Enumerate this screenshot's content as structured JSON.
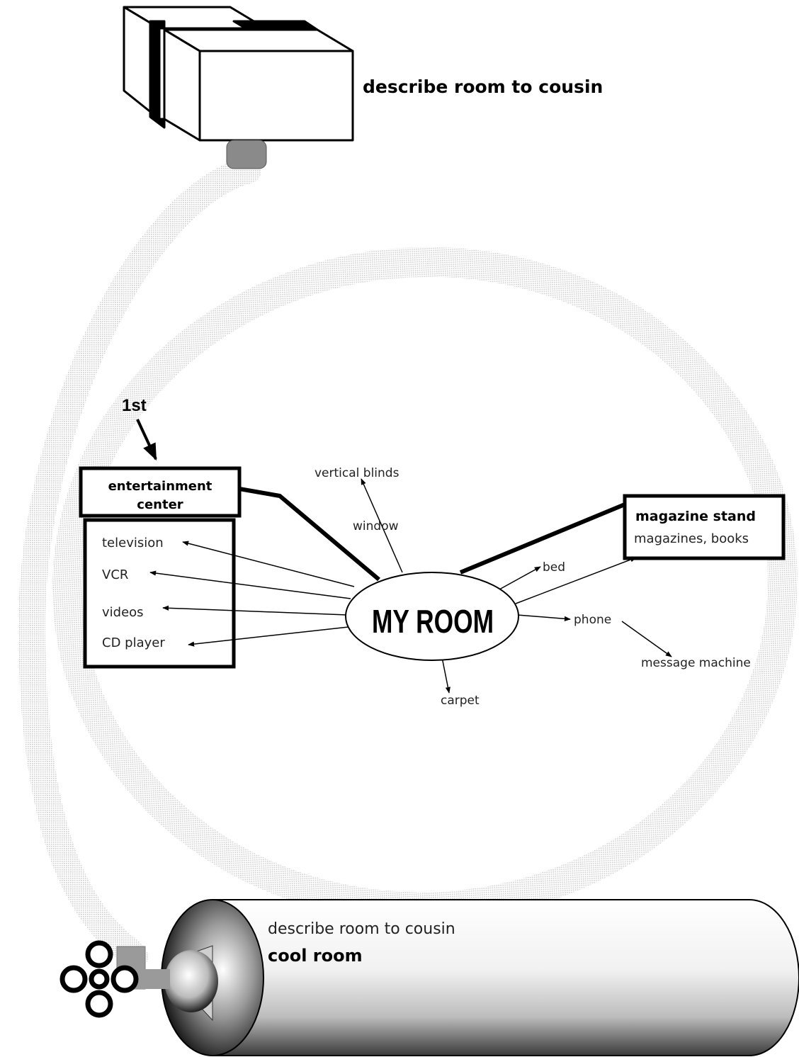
{
  "top_box": {
    "label": "describe room to cousin"
  },
  "marker": {
    "label": "1st"
  },
  "center": {
    "label": "MY ROOM"
  },
  "entertainment": {
    "title_line1": "entertainment",
    "title_line2": "center",
    "items": [
      "television",
      "VCR",
      "videos",
      "CD player"
    ]
  },
  "magazine": {
    "title": "magazine stand",
    "item": "magazines, books"
  },
  "branches": {
    "vertical_blinds": "vertical blinds",
    "window": "window",
    "bed": "bed",
    "phone": "phone",
    "message_machine": "message machine",
    "carpet": "carpet"
  },
  "cylinder": {
    "subtitle": "describe room to cousin",
    "title": "cool room"
  },
  "colors": {
    "tube": "#e2e2e2",
    "ink": "#000000",
    "connector": "#8a8a8a"
  }
}
